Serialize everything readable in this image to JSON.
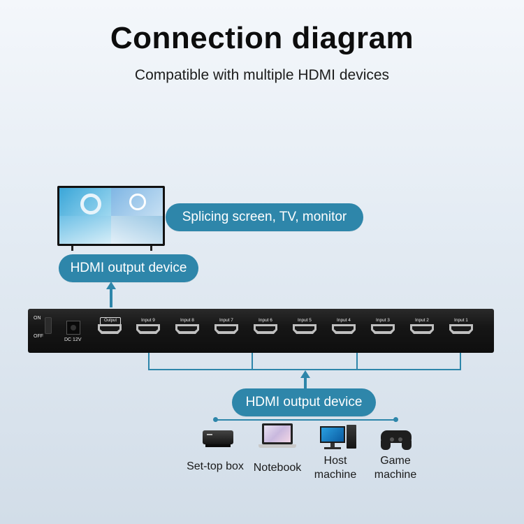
{
  "title": "Connection diagram",
  "subtitle": "Compatible with multiple HDMI devices",
  "display": {
    "pill_label": "Splicing screen, TV, monitor",
    "output_label": "HDMI output device",
    "icon": "tv-icon"
  },
  "switch": {
    "power_on": "ON",
    "power_off": "OFF",
    "dc_label": "DC 12V",
    "output_port_label": "Output",
    "input_ports": [
      "Input 9",
      "Input 8",
      "Input 7",
      "Input 6",
      "Input 5",
      "Input 4",
      "Input 3",
      "Input 2",
      "Input 1"
    ]
  },
  "sources": {
    "label": "HDMI output device",
    "devices": [
      {
        "name": "Set-top box",
        "icon": "set-top-box-icon"
      },
      {
        "name": "Notebook",
        "icon": "laptop-icon"
      },
      {
        "name": "Host machine",
        "icon": "desktop-computer-icon"
      },
      {
        "name": "Game machine",
        "icon": "gamepad-icon"
      }
    ]
  },
  "colors": {
    "accent": "#2e86aa",
    "device_body": "#161616"
  }
}
